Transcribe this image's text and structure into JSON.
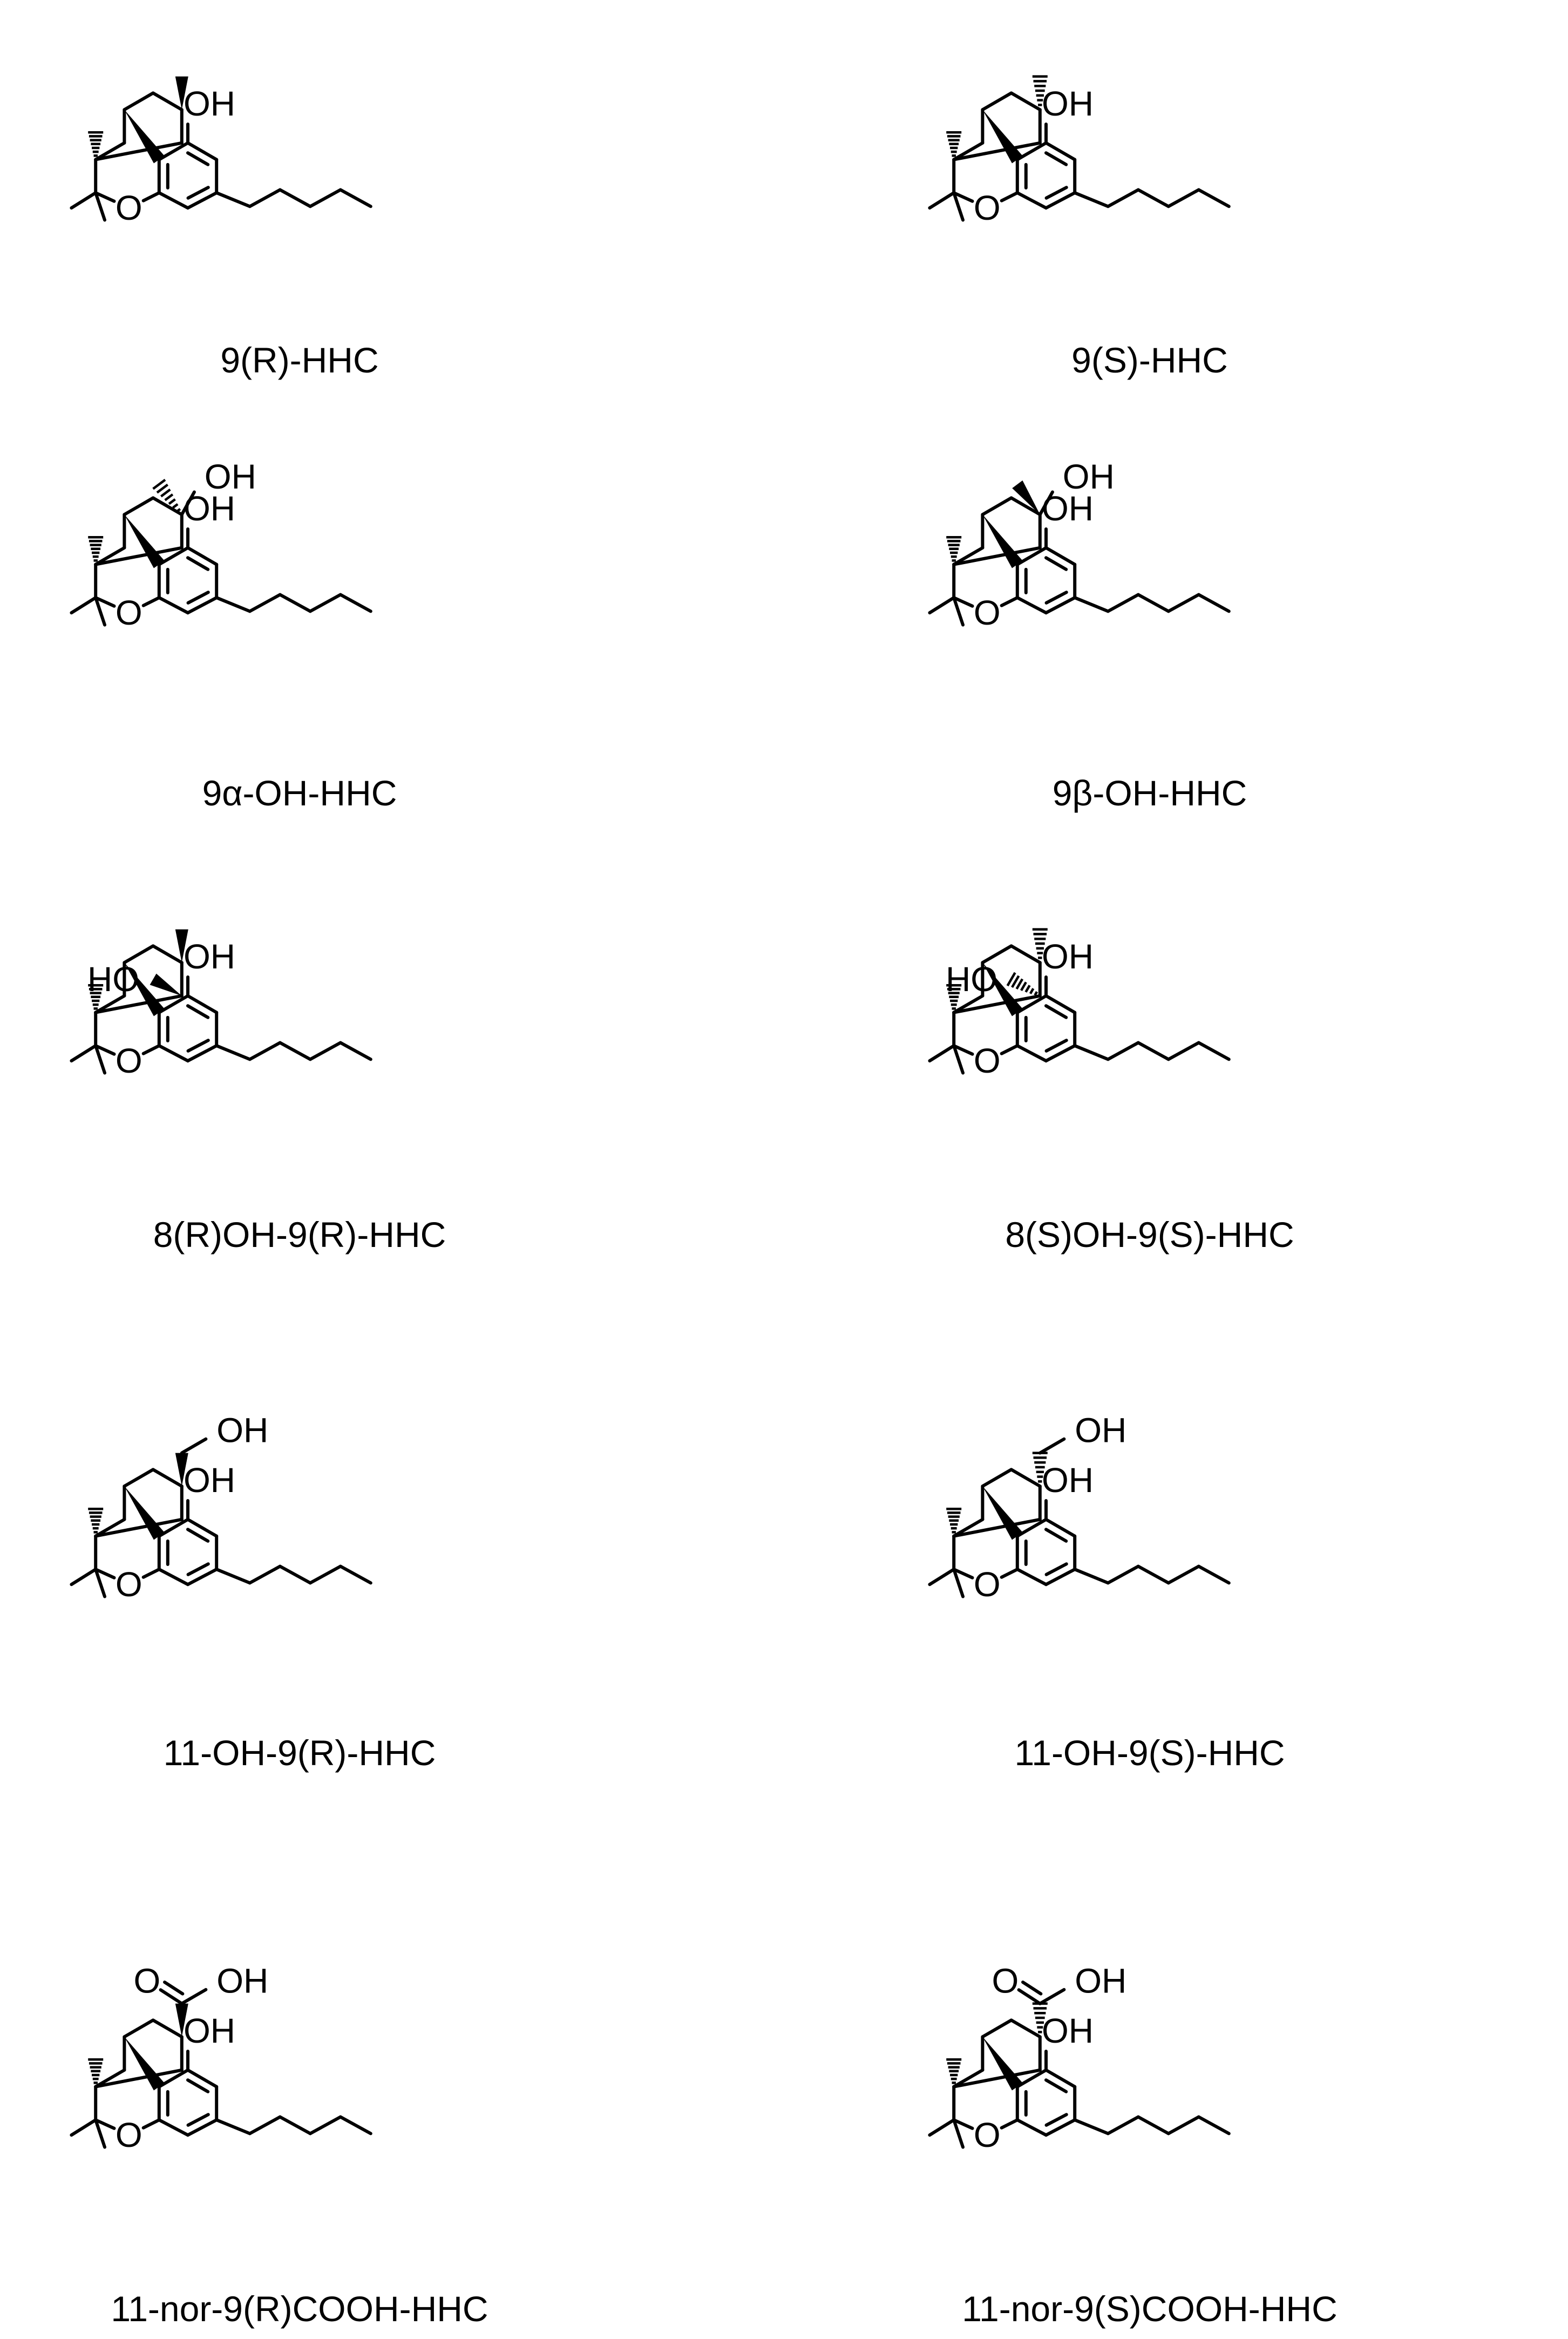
{
  "figure": {
    "line_color": "#000000",
    "background": "#ffffff",
    "compounds": [
      {
        "id": "9R-HHC",
        "name": "9(R)-HHC",
        "substituents": [
          "OH"
        ],
        "c9": "methyl",
        "c9_stereo": "wedge",
        "c8": null
      },
      {
        "id": "9S-HHC",
        "name": "9(S)-HHC",
        "substituents": [
          "OH"
        ],
        "c9": "methyl",
        "c9_stereo": "hash",
        "c8": null
      },
      {
        "id": "9a-OH-HHC",
        "name": "9α-OH-HHC",
        "substituents": [
          "OH",
          "OH"
        ],
        "c9": "methyl-OH",
        "c9_stereo": "hash-OH",
        "c8": null
      },
      {
        "id": "9b-OH-HHC",
        "name": "9β-OH-HHC",
        "substituents": [
          "OH",
          "OH"
        ],
        "c9": "methyl-OH",
        "c9_stereo": "wedge-OH",
        "c8": null
      },
      {
        "id": "8ROH-9R-HHC",
        "name": "8(R)OH-9(R)-HHC",
        "substituents": [
          "HO",
          "OH"
        ],
        "c9": "methyl",
        "c9_stereo": "wedge",
        "c8": "wedge"
      },
      {
        "id": "8SOH-9S-HHC",
        "name": "8(S)OH-9(S)-HHC",
        "substituents": [
          "HO",
          "OH"
        ],
        "c9": "methyl",
        "c9_stereo": "hash",
        "c8": "hash"
      },
      {
        "id": "11-OH-9R-HHC",
        "name": "11-OH-9(R)-HHC",
        "substituents": [
          "OH",
          "OH"
        ],
        "c9": "CH2OH",
        "c9_stereo": "wedge",
        "c8": null
      },
      {
        "id": "11-OH-9S-HHC",
        "name": "11-OH-9(S)-HHC",
        "substituents": [
          "OH",
          "OH"
        ],
        "c9": "CH2OH",
        "c9_stereo": "hash",
        "c8": null
      },
      {
        "id": "11-nor-9R-COOH-HHC",
        "name": "11-nor-9(R)COOH-HHC",
        "substituents": [
          "O",
          "OH",
          "OH"
        ],
        "c9": "COOH",
        "c9_stereo": "wedge",
        "c8": null
      },
      {
        "id": "11-nor-9S-COOH-HHC",
        "name": "11-nor-9(S)COOH-HHC",
        "substituents": [
          "O",
          "OH",
          "OH"
        ],
        "c9": "COOH",
        "c9_stereo": "hash",
        "c8": null
      }
    ]
  }
}
